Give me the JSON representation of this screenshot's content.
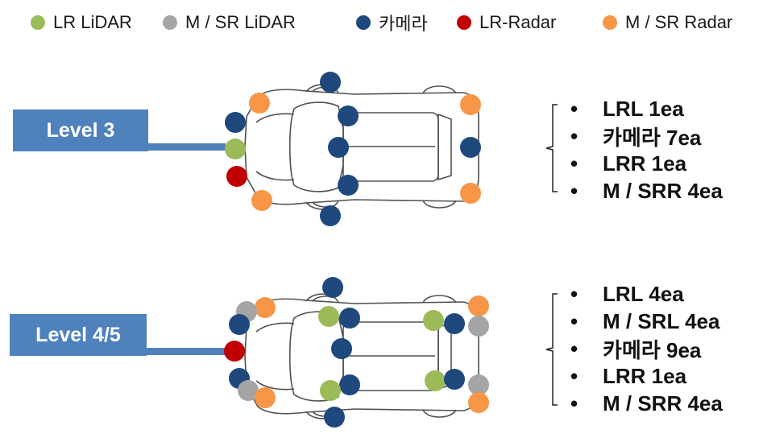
{
  "legend": [
    {
      "label": "LR LiDAR",
      "color": "#9bbb59"
    },
    {
      "label": "M / SR LiDAR",
      "color": "#a5a5a5"
    },
    {
      "label": "카메라",
      "color": "#1f497d"
    },
    {
      "label": "LR-Radar",
      "color": "#c00000"
    },
    {
      "label": "M / SR Radar",
      "color": "#f79646"
    }
  ],
  "level3": {
    "title": "Level 3",
    "specs": [
      "LRL 1ea",
      "카메라 7ea",
      "LRR 1ea",
      "M / SRR 4ea"
    ]
  },
  "level45": {
    "title": "Level 4/5",
    "specs": [
      "LRL 4ea",
      "M / SRL 4ea",
      "카메라 9ea",
      "LRR 1ea",
      "M / SRR 4ea"
    ]
  },
  "bullet_glyph": "•"
}
